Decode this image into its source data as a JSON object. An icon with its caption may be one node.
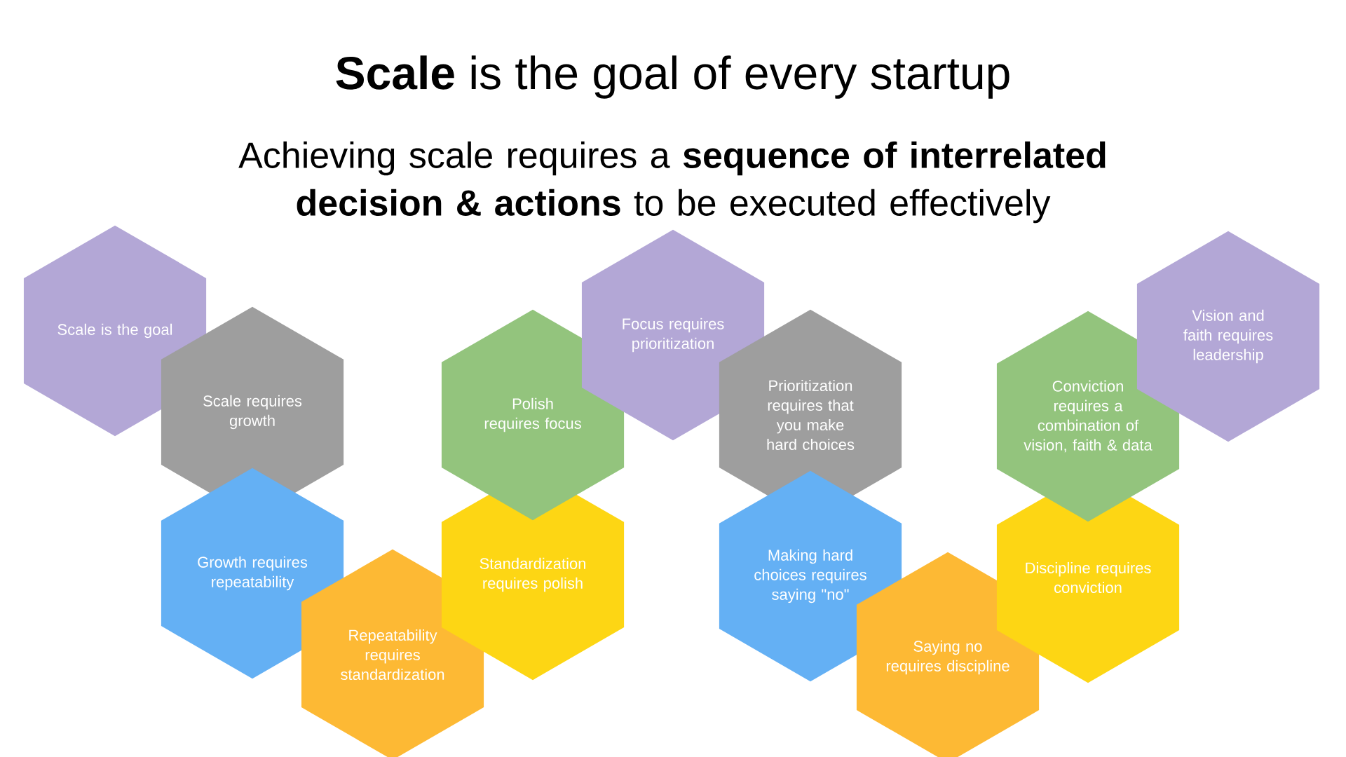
{
  "diagram": {
    "title": "**Scale** is the goal of every startup",
    "nodes": [
      {
        "text": [
          "Scale is the goal"
        ]
      },
      {
        "text": [
          "Scale requires growth"
        ]
      },
      {
        "text": [
          "Growth requires repeatability"
        ]
      },
      {
        "text": [
          "Repeatability requires standardization"
        ]
      },
      {
        "text": [
          "Standardization requires polish"
        ]
      },
      {
        "text": [
          "Polish requires focus"
        ]
      },
      {
        "text": [
          "Focus requires prioritization"
        ]
      },
      {
        "text": [
          "Prioritization requires that you make hard choices"
        ]
      },
      {
        "text": [
          "Making hard choices requires saying \"no\""
        ]
      },
      {
        "text": [
          "Saying no requires discipline"
        ]
      },
      {
        "text": [
          "Discipline requires conviction"
        ]
      },
      {
        "text": [
          "Conviction requires a combination of vision, faith & data"
        ]
      },
      {
        "text": [
          "Vision and faith requires leadership"
        ]
      }
    ],
    "labels": [
      "Achieving scale requires a **sequence of interrelated decision & actions** to be executed effectively"
    ]
  }
}
